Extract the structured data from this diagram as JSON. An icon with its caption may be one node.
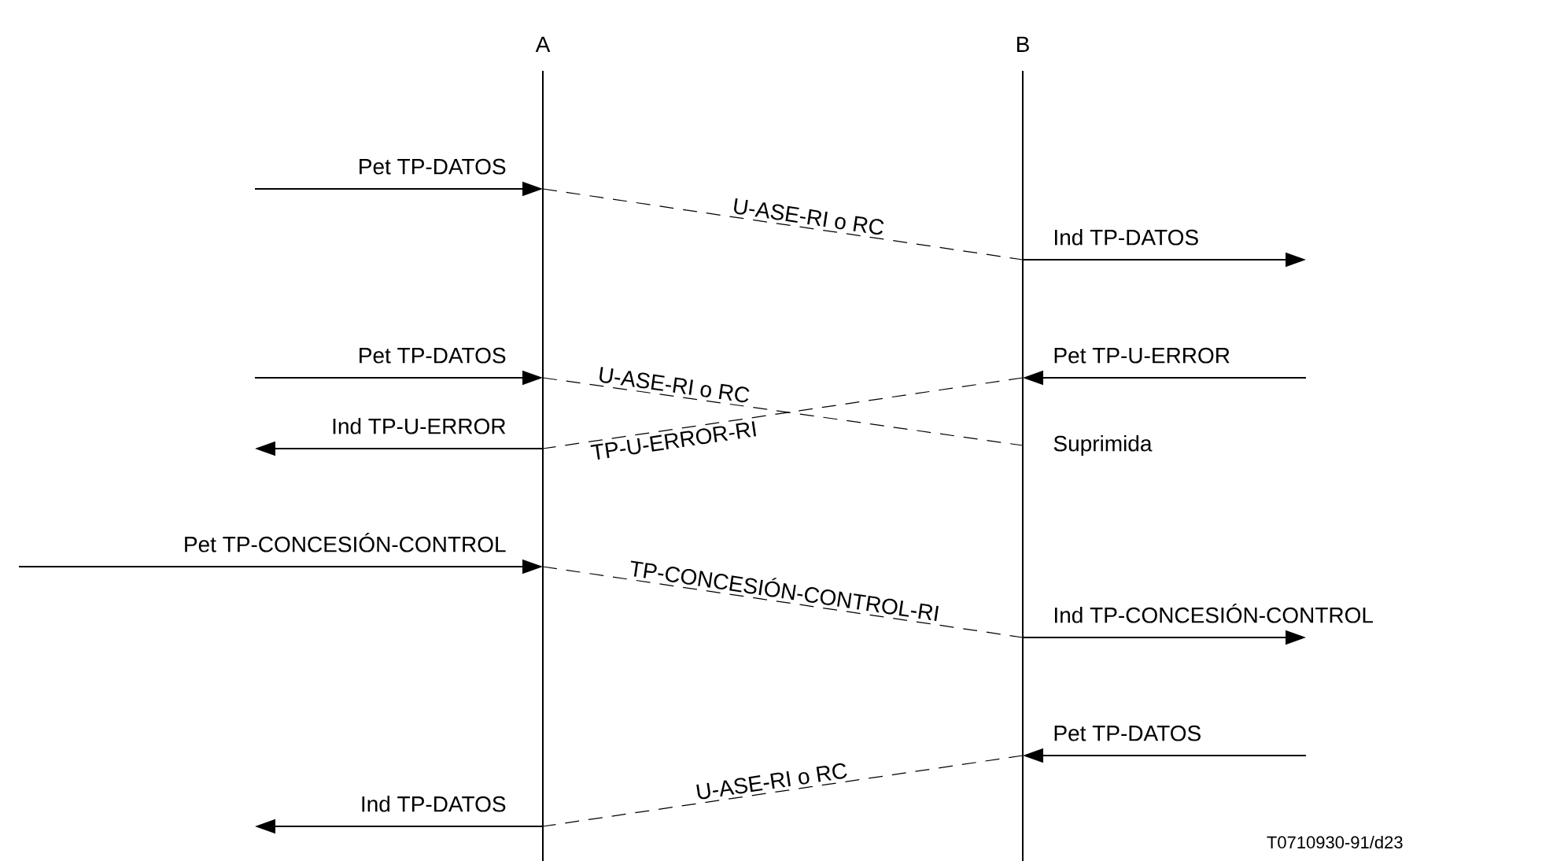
{
  "diagram": {
    "nodes": [
      {
        "text": [
          "A"
        ]
      },
      {
        "text": [
          "B"
        ]
      }
    ],
    "edges": [
      {
        "from": null,
        "to": 0,
        "arrow": "to",
        "label": "Pet TP-DATOS"
      },
      {
        "from": 0,
        "to": 1,
        "arrow": "none",
        "style": "dashed",
        "label": "U-ASE-RI o RC"
      },
      {
        "from": 1,
        "to": null,
        "arrow": "to",
        "label": "Ind TP-DATOS"
      },
      {
        "from": null,
        "to": 0,
        "arrow": "to",
        "label": "Pet TP-DATOS"
      },
      {
        "from": null,
        "to": 1,
        "arrow": "to",
        "label": "Pet TP-U-ERROR"
      },
      {
        "from": 0,
        "to": 1,
        "arrow": "none",
        "style": "dashed",
        "label": "U-ASE-RI o RC"
      },
      {
        "from": 1,
        "to": 0,
        "arrow": "none",
        "style": "dashed",
        "label": "TP-U-ERROR-RI"
      },
      {
        "from": 0,
        "to": null,
        "arrow": "to",
        "label": "Ind TP-U-ERROR"
      },
      {
        "from": null,
        "to": 0,
        "arrow": "to",
        "label": "Pet TP-CONCESIÓN-CONTROL"
      },
      {
        "from": 0,
        "to": 1,
        "arrow": "none",
        "style": "dashed",
        "label": "TP-CONCESIÓN-CONTROL-RI"
      },
      {
        "from": 1,
        "to": null,
        "arrow": "to",
        "label": "Ind TP-CONCESIÓN-CONTROL"
      },
      {
        "from": null,
        "to": 1,
        "arrow": "to",
        "label": "Pet TP-DATOS"
      },
      {
        "from": 1,
        "to": 0,
        "arrow": "none",
        "style": "dashed",
        "label": "U-ASE-RI o RC"
      },
      {
        "from": 0,
        "to": null,
        "arrow": "to",
        "label": "Ind TP-DATOS"
      }
    ],
    "labels": [
      "Suprimida",
      "T0710930-91/d23"
    ]
  }
}
